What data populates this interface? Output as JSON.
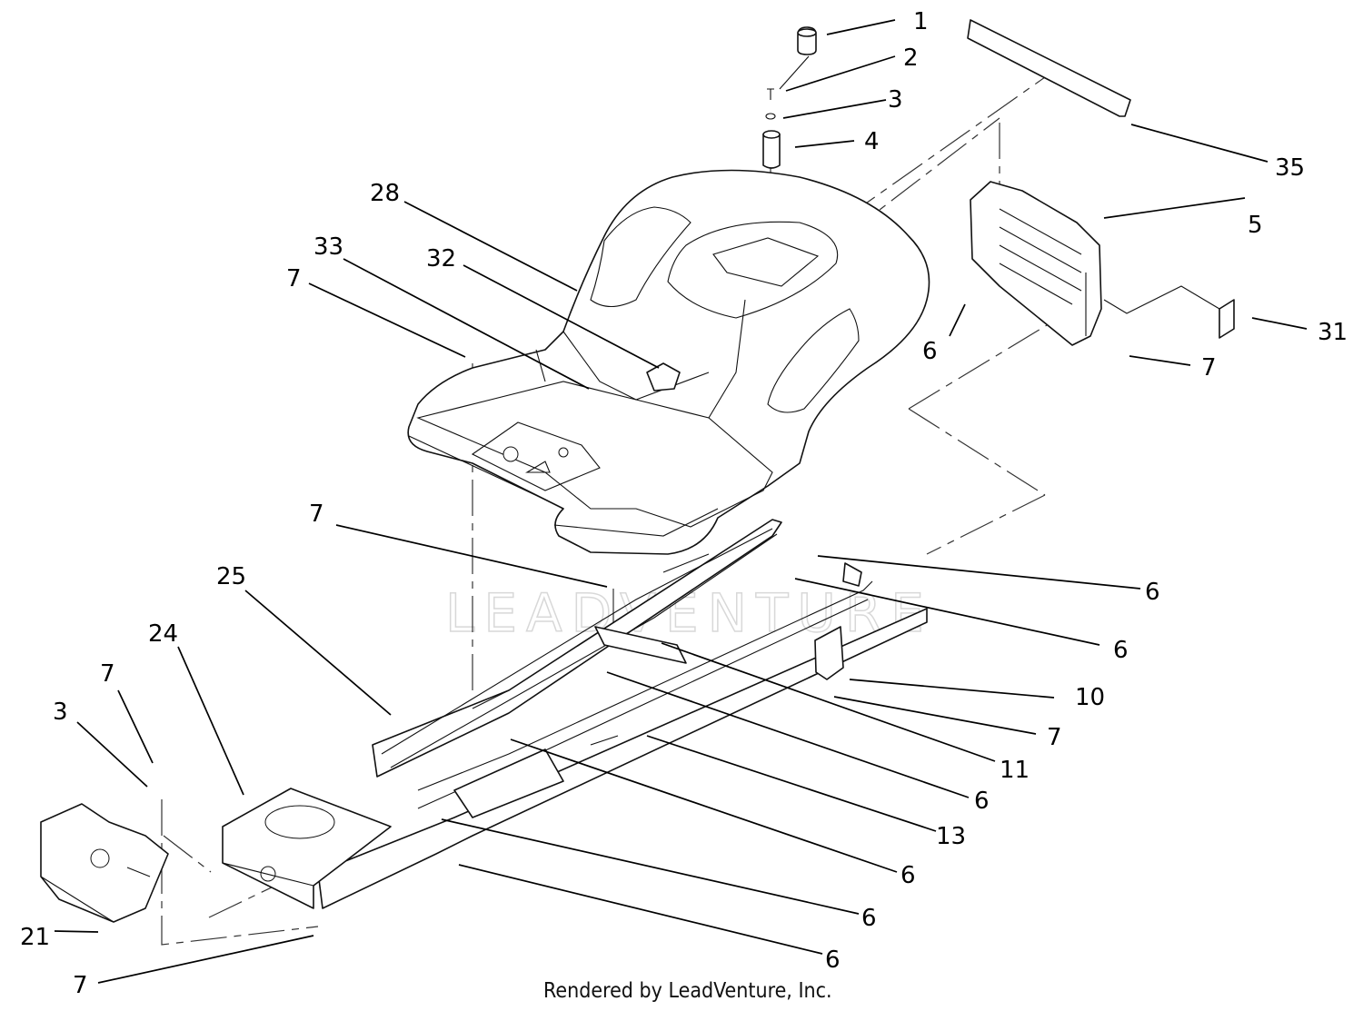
{
  "watermark": "LEADVENTURE",
  "credit": "Rendered by LeadVenture, Inc.",
  "callouts": [
    {
      "id": "c1",
      "text": "1"
    },
    {
      "id": "c2",
      "text": "2"
    },
    {
      "id": "c3a",
      "text": "3"
    },
    {
      "id": "c4",
      "text": "4"
    },
    {
      "id": "c35",
      "text": "35"
    },
    {
      "id": "c5",
      "text": "5"
    },
    {
      "id": "c28",
      "text": "28"
    },
    {
      "id": "c33",
      "text": "33"
    },
    {
      "id": "c32",
      "text": "32"
    },
    {
      "id": "c7a",
      "text": "7"
    },
    {
      "id": "c6a",
      "text": "6"
    },
    {
      "id": "c31",
      "text": "31"
    },
    {
      "id": "c7b",
      "text": "7"
    },
    {
      "id": "c7c",
      "text": "7"
    },
    {
      "id": "c25",
      "text": "25"
    },
    {
      "id": "c6b",
      "text": "6"
    },
    {
      "id": "c24",
      "text": "24"
    },
    {
      "id": "c6c",
      "text": "6"
    },
    {
      "id": "c7d",
      "text": "7"
    },
    {
      "id": "c3b",
      "text": "3"
    },
    {
      "id": "c10",
      "text": "10"
    },
    {
      "id": "c7e",
      "text": "7"
    },
    {
      "id": "c11",
      "text": "11"
    },
    {
      "id": "c6d",
      "text": "6"
    },
    {
      "id": "c13",
      "text": "13"
    },
    {
      "id": "c6e",
      "text": "6"
    },
    {
      "id": "c6f",
      "text": "6"
    },
    {
      "id": "c21",
      "text": "21"
    },
    {
      "id": "c6g",
      "text": "6"
    },
    {
      "id": "c7f",
      "text": "7"
    }
  ]
}
